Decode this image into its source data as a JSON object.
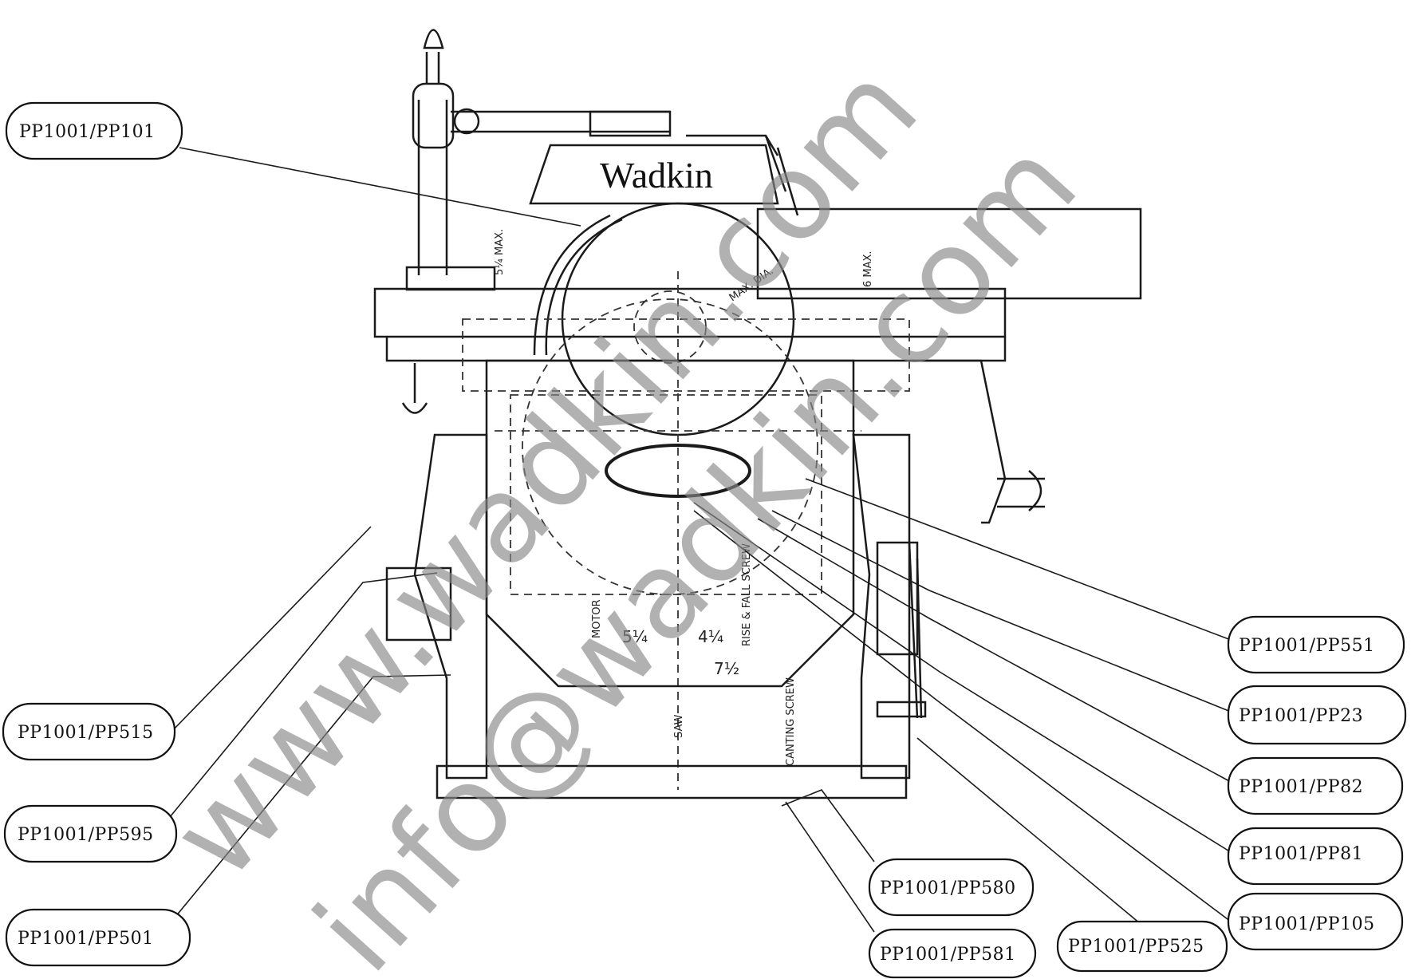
{
  "brand": {
    "name": "Wadkin"
  },
  "watermark": {
    "line1": "www.wadkin.com",
    "line2": "info@wadkin.com"
  },
  "dimensions": {
    "rise_left": "5¼ MAX.",
    "rise_right": "6 MAX.",
    "saw_dia": "MAX. DIA.",
    "motor": "MOTOR",
    "dim_a": "5¼",
    "dim_b": "4¼",
    "dim_c": "7½",
    "saw": "SAW",
    "canting": "CANTING SCREW",
    "rise_fall": "RISE & FALL SCREW"
  },
  "callouts": [
    {
      "id": "pp101",
      "label": "PP1001/PP101"
    },
    {
      "id": "pp515",
      "label": "PP1001/PP515"
    },
    {
      "id": "pp595",
      "label": "PP1001/PP595"
    },
    {
      "id": "pp501",
      "label": "PP1001/PP501"
    },
    {
      "id": "pp551",
      "label": "PP1001/PP551"
    },
    {
      "id": "pp23",
      "label": "PP1001/PP23"
    },
    {
      "id": "pp82",
      "label": "PP1001/PP82"
    },
    {
      "id": "pp81",
      "label": "PP1001/PP81"
    },
    {
      "id": "pp105",
      "label": "PP1001/PP105"
    },
    {
      "id": "pp580",
      "label": "PP1001/PP580"
    },
    {
      "id": "pp581",
      "label": "PP1001/PP581"
    },
    {
      "id": "pp525",
      "label": "PP1001/PP525"
    }
  ]
}
